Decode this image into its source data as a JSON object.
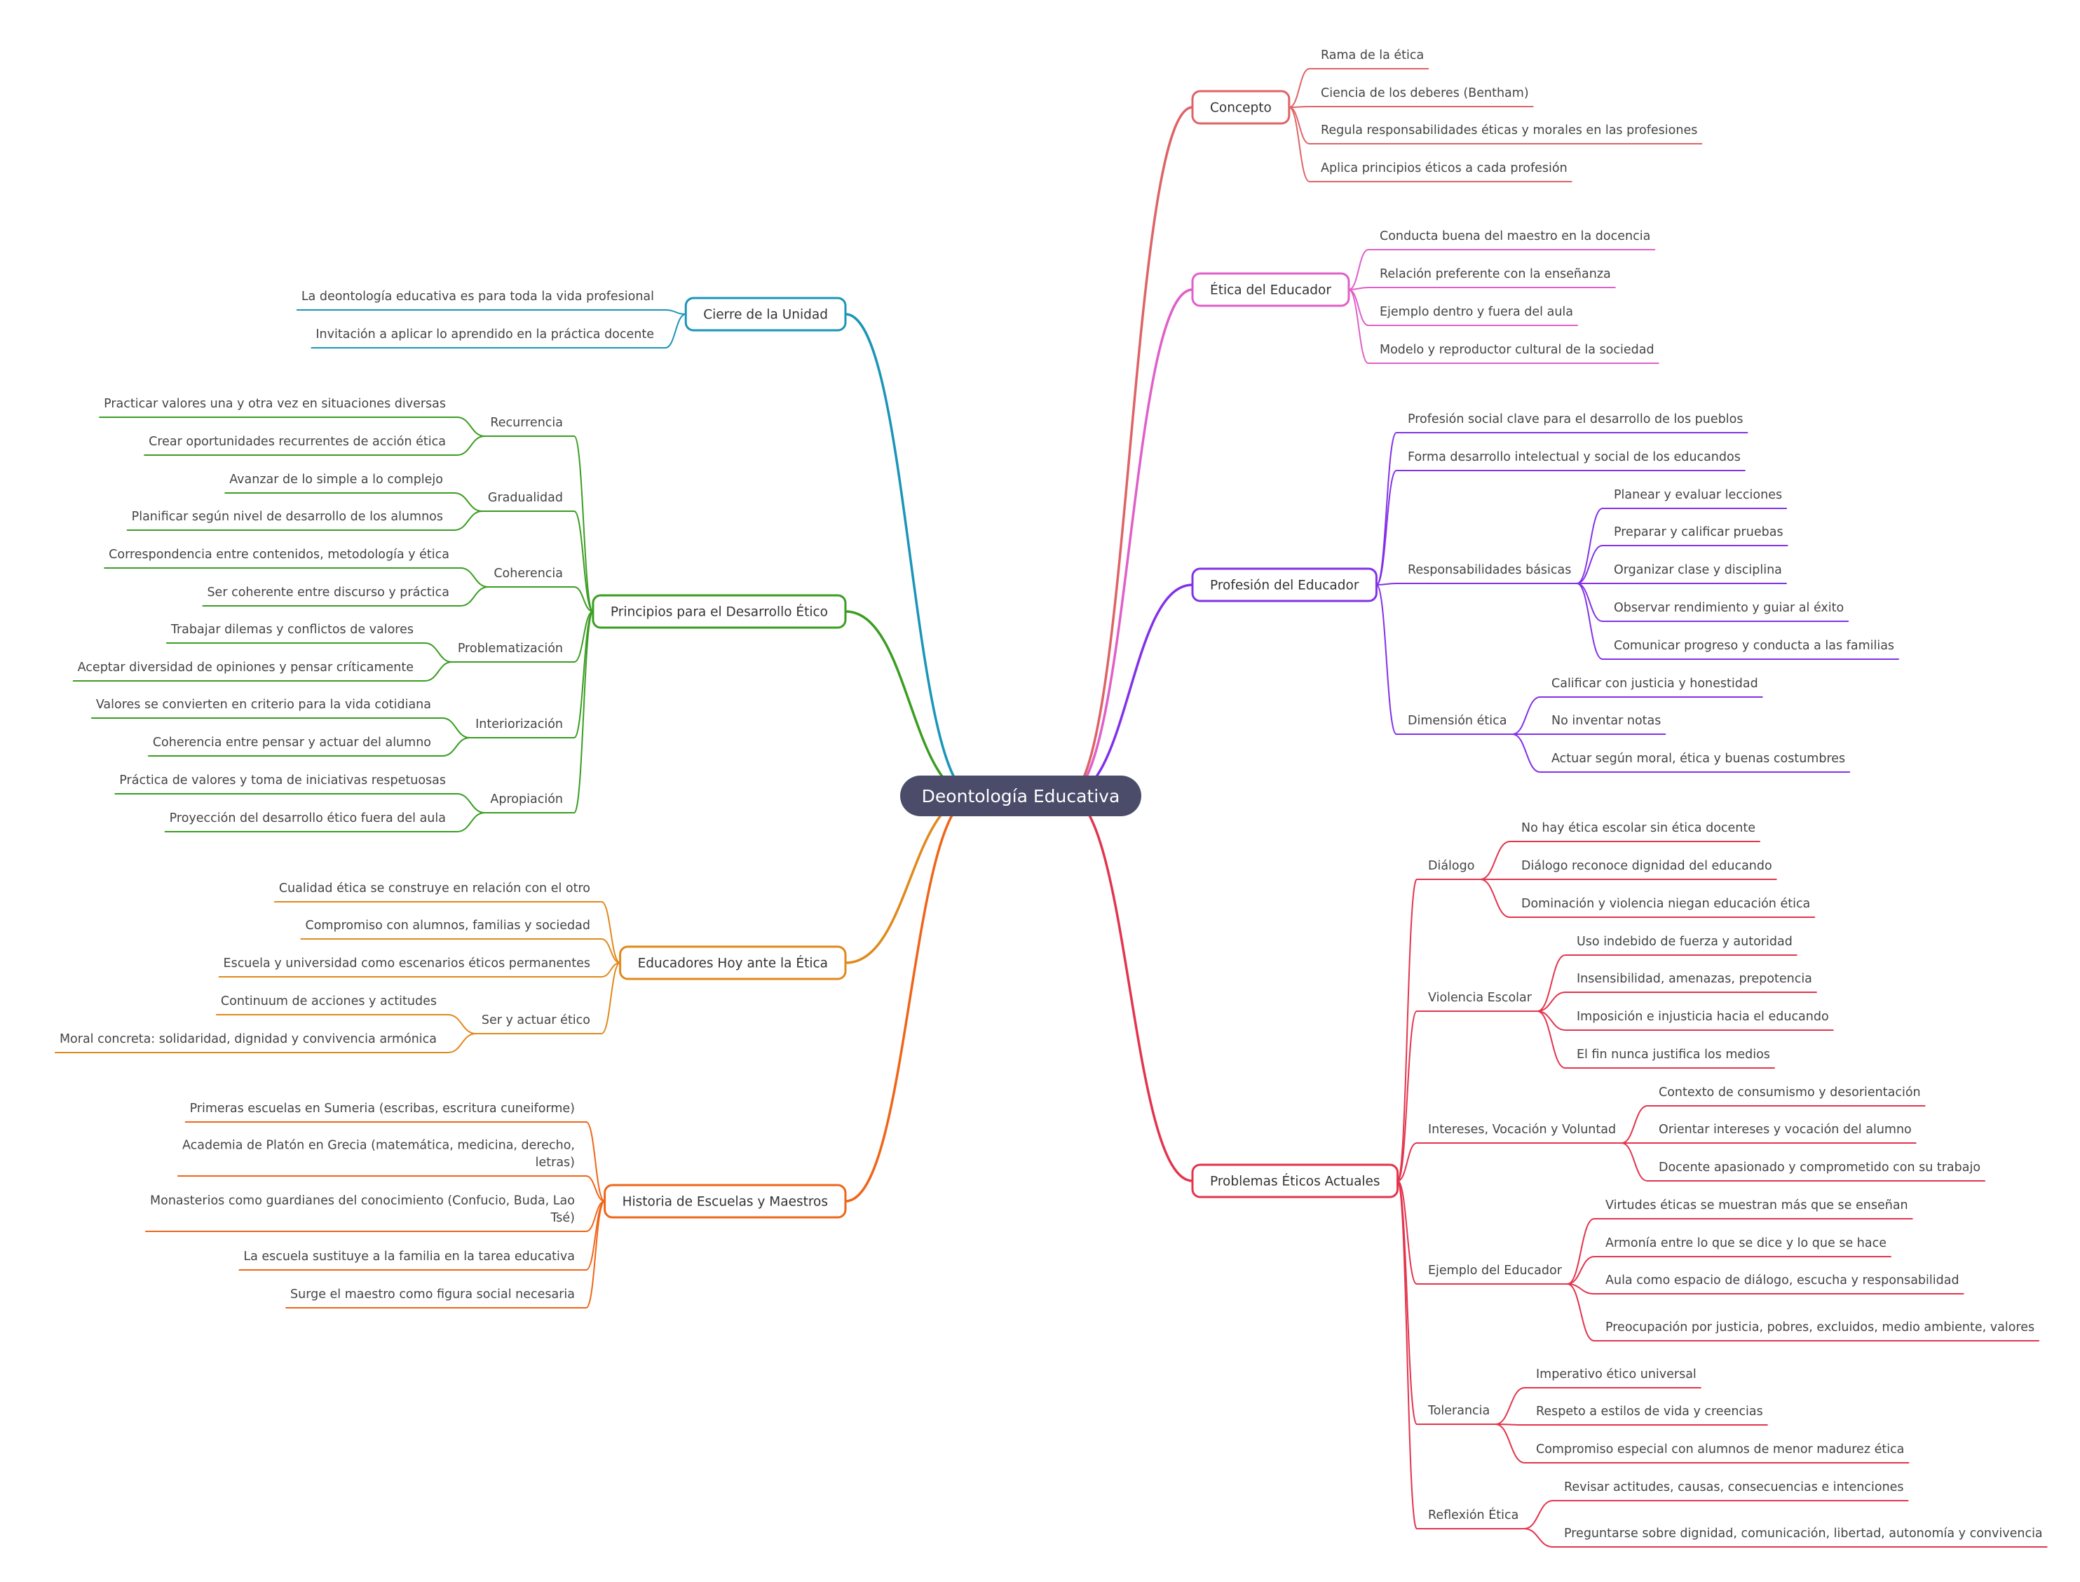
{
  "root": "Deontología Educativa",
  "colors": {
    "root_bg": "#4a4c6a",
    "concepto": "#de6366",
    "etica": "#e05fc8",
    "profesion": "#8231e8",
    "problemas": "#e3344d",
    "cierre": "#1a95b8",
    "principios": "#3a9d22",
    "educadores": "#e0891c",
    "historia": "#ef6518"
  },
  "branches": {
    "concepto": {
      "label": "Concepto",
      "leaves": [
        "Rama de la ética",
        "Ciencia de los deberes (Bentham)",
        "Regula responsabilidades éticas y morales en las profesiones",
        "Aplica principios éticos a cada profesión"
      ]
    },
    "etica": {
      "label": "Ética del Educador",
      "leaves": [
        "Conducta buena del maestro en la docencia",
        "Relación preferente con la enseñanza",
        "Ejemplo dentro y fuera del aula",
        "Modelo y reproductor cultural de la sociedad"
      ]
    },
    "profesion": {
      "label": "Profesión del Educador",
      "leaves": [
        "Profesión social clave para el desarrollo de los pueblos",
        "Forma desarrollo intelectual y social de los educandos"
      ],
      "groups": [
        {
          "label": "Responsabilidades básicas",
          "leaves": [
            "Planear y evaluar lecciones",
            "Preparar y calificar pruebas",
            "Organizar clase y disciplina",
            "Observar rendimiento y guiar al éxito",
            "Comunicar progreso y conducta a las familias"
          ]
        },
        {
          "label": "Dimensión ética",
          "leaves": [
            "Calificar con justicia y honestidad",
            "No inventar notas",
            "Actuar según moral, ética y buenas costumbres"
          ]
        }
      ]
    },
    "problemas": {
      "label": "Problemas Éticos Actuales",
      "groups": [
        {
          "label": "Diálogo",
          "leaves": [
            "No hay ética escolar sin ética docente",
            "Diálogo reconoce dignidad del educando",
            "Dominación y violencia niegan educación ética"
          ]
        },
        {
          "label": "Violencia Escolar",
          "leaves": [
            "Uso indebido de fuerza y autoridad",
            "Insensibilidad, amenazas, prepotencia",
            "Imposición e injusticia hacia el educando",
            "El fin nunca justifica los medios"
          ]
        },
        {
          "label": "Intereses, Vocación y Voluntad",
          "leaves": [
            "Contexto de consumismo y desorientación",
            "Orientar intereses y vocación del alumno",
            "Docente apasionado y comprometido con su trabajo"
          ]
        },
        {
          "label": "Ejemplo del Educador",
          "leaves": [
            "Virtudes éticas se muestran más que se enseñan",
            "Armonía entre lo que se dice y lo que se hace",
            "Aula como espacio de diálogo, escucha y responsabilidad",
            "Preocupación por justicia, pobres, excluidos, medio ambiente, valores"
          ]
        },
        {
          "label": "Tolerancia",
          "leaves": [
            "Imperativo ético universal",
            "Respeto a estilos de vida y creencias",
            "Compromiso especial con alumnos de menor madurez ética"
          ]
        },
        {
          "label": "Reflexión Ética",
          "leaves": [
            "Revisar actitudes, causas, consecuencias e intenciones",
            "Preguntarse sobre dignidad, comunicación, libertad, autonomía y convivencia"
          ]
        }
      ]
    },
    "cierre": {
      "label": "Cierre de la Unidad",
      "leaves": [
        "La deontología educativa es para toda la vida profesional",
        "Invitación a aplicar lo aprendido en la práctica docente"
      ]
    },
    "principios": {
      "label": "Principios para el Desarrollo Ético",
      "groups": [
        {
          "label": "Recurrencia",
          "leaves": [
            "Practicar valores una y otra vez en situaciones diversas",
            "Crear oportunidades recurrentes de acción ética"
          ]
        },
        {
          "label": "Gradualidad",
          "leaves": [
            "Avanzar de lo simple a lo complejo",
            "Planificar según nivel de desarrollo de los alumnos"
          ]
        },
        {
          "label": "Coherencia",
          "leaves": [
            "Correspondencia entre contenidos, metodología y ética",
            "Ser coherente entre discurso y práctica"
          ]
        },
        {
          "label": "Problematización",
          "leaves": [
            "Trabajar dilemas y conflictos de valores",
            "Aceptar diversidad de opiniones y pensar críticamente"
          ]
        },
        {
          "label": "Interiorización",
          "leaves": [
            "Valores se convierten en criterio para la vida cotidiana",
            "Coherencia entre pensar y actuar del alumno"
          ]
        },
        {
          "label": "Apropiación",
          "leaves": [
            "Práctica de valores y toma de iniciativas respetuosas",
            "Proyección del desarrollo ético fuera del aula"
          ]
        }
      ]
    },
    "educadores": {
      "label": "Educadores Hoy ante la Ética",
      "leaves": [
        "Cualidad ética se construye en relación con el otro",
        "Compromiso con alumnos, familias y sociedad",
        "Escuela y universidad como escenarios éticos permanentes"
      ],
      "groups": [
        {
          "label": "Ser y actuar ético",
          "leaves": [
            "Continuum de acciones y actitudes",
            "Moral concreta: solidaridad, dignidad y convivencia armónica"
          ]
        }
      ]
    },
    "historia": {
      "label": "Historia de Escuelas y Maestros",
      "leaves": [
        [
          "Primeras escuelas en Sumeria (escribas, escritura cuneiforme)"
        ],
        [
          "Academia de Platón en Grecia (matemática, medicina, derecho,",
          "letras)"
        ],
        [
          "Monasterios como guardianes del conocimiento (Confucio, Buda, Lao",
          "Tsé)"
        ],
        [
          "La escuela sustituye a la familia en la tarea educativa"
        ],
        [
          "Surge el maestro como figura social necesaria"
        ]
      ]
    }
  }
}
